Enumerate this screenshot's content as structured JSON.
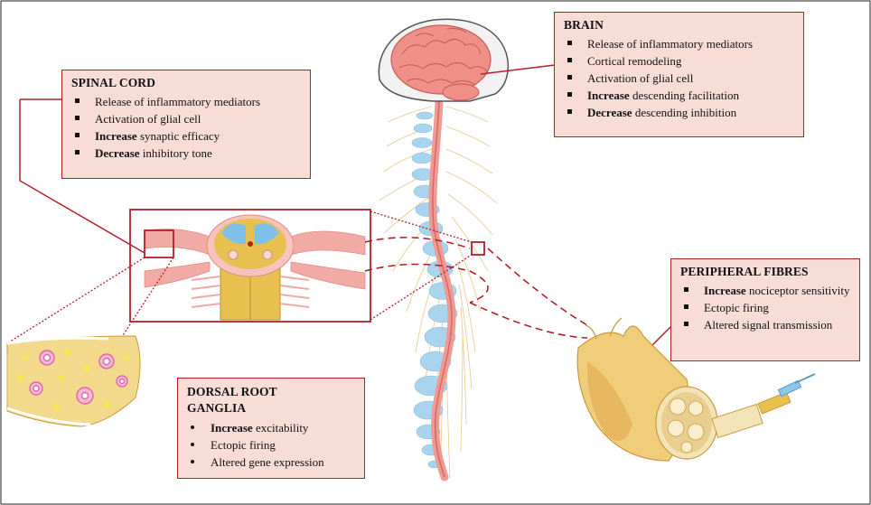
{
  "boxes": {
    "spinal_cord": {
      "title": "SPINAL CORD",
      "items": [
        {
          "bold": "",
          "text": "Release of inflammatory mediators"
        },
        {
          "bold": "",
          "text": "Activation of glial cell"
        },
        {
          "bold": "Increase",
          "text": " synaptic efficacy"
        },
        {
          "bold": "Decrease",
          "text": " inhibitory tone"
        }
      ]
    },
    "brain": {
      "title": "BRAIN",
      "items": [
        {
          "bold": "",
          "text": "Release of inflammatory mediators"
        },
        {
          "bold": "",
          "text": "Cortical remodeling"
        },
        {
          "bold": "",
          "text": "Activation of glial cell"
        },
        {
          "bold": "Increase",
          "text": " descending facilitation"
        },
        {
          "bold": "Decrease",
          "text": " descending inhibition"
        }
      ]
    },
    "peripheral": {
      "title": "PERIPHERAL FIBRES",
      "items": [
        {
          "bold": "Increase",
          "text": " nociceptor sensitivity"
        },
        {
          "bold": "",
          "text": "Ectopic firing"
        },
        {
          "bold": "",
          "text": "Altered signal transmission"
        }
      ]
    },
    "drg": {
      "title": "DORSAL ROOT GANGLIA",
      "items": [
        {
          "bold": "Increase",
          "text": " excitability"
        },
        {
          "bold": "",
          "text": "Ectopic firing"
        },
        {
          "bold": "",
          "text": "Altered gene expression"
        }
      ]
    }
  },
  "colors": {
    "accent_red": "#b3202a",
    "box_fill": "#f8ddd7",
    "neural_pink": "#ef9a94",
    "vertebra_blue": "#a9d4ee",
    "nerve_gold": "#e6b94d"
  },
  "icons": [
    "brain-icon",
    "spinal-column-icon",
    "spinal-cross-section-icon",
    "ganglion-cells-icon",
    "nerve-bundle-icon"
  ]
}
